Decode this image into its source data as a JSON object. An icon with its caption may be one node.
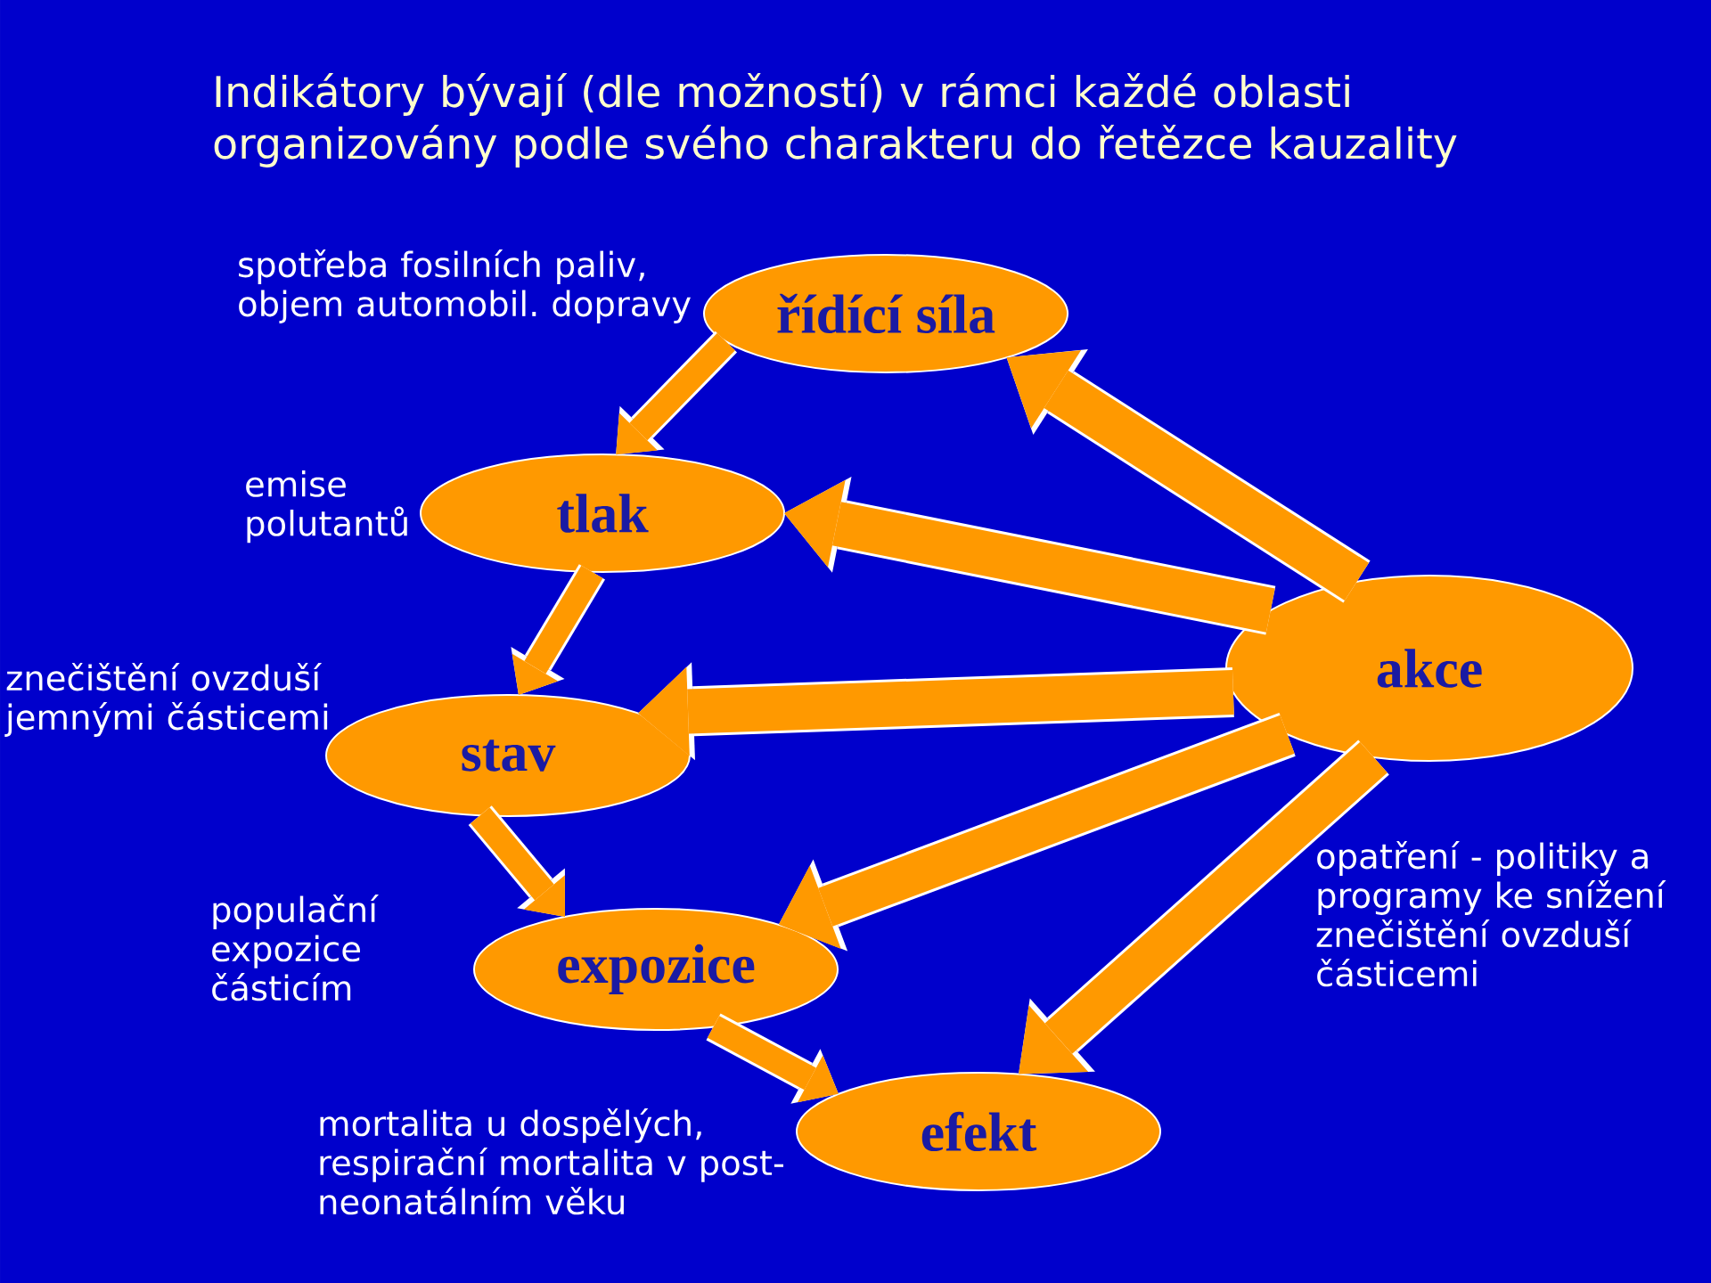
{
  "diagram": {
    "title": "Indikátory bývají (dle možností) v rámci každé oblasti organizovány podle svého charakteru do řetězce kauzality",
    "nodes": [
      {
        "text": [
          "řídící síla"
        ],
        "beside": [
          "spotřeba fosilních paliv, objem automobil. dopravy"
        ]
      },
      {
        "text": [
          "tlak"
        ],
        "beside": [
          "emise polutantů"
        ]
      },
      {
        "text": [
          "stav"
        ],
        "beside": [
          "znečištění ovzduší jemnými částicemi"
        ]
      },
      {
        "text": [
          "expozice"
        ],
        "beside": [
          "populační expozice částicím"
        ]
      },
      {
        "text": [
          "efekt"
        ],
        "beside": [
          "mortalita u dospělých, respirační mortalita v post- neonatálním věku"
        ]
      },
      {
        "text": [
          "akce"
        ],
        "beside": [
          "opatření - politiky a programy ke snížení znečištění ovzduší částicemi"
        ]
      }
    ],
    "edges": [
      {
        "from": 0,
        "to": 1,
        "arrow": "to"
      },
      {
        "from": 1,
        "to": 2,
        "arrow": "to"
      },
      {
        "from": 2,
        "to": 3,
        "arrow": "to"
      },
      {
        "from": 3,
        "to": 4,
        "arrow": "to"
      },
      {
        "from": 5,
        "to": 4,
        "arrow": "to"
      },
      {
        "from": 5,
        "to": 3,
        "arrow": "to"
      },
      {
        "from": 5,
        "to": 2,
        "arrow": "to"
      },
      {
        "from": 5,
        "to": 1,
        "arrow": "to"
      },
      {
        "from": 5,
        "to": 0,
        "arrow": "to"
      }
    ]
  }
}
